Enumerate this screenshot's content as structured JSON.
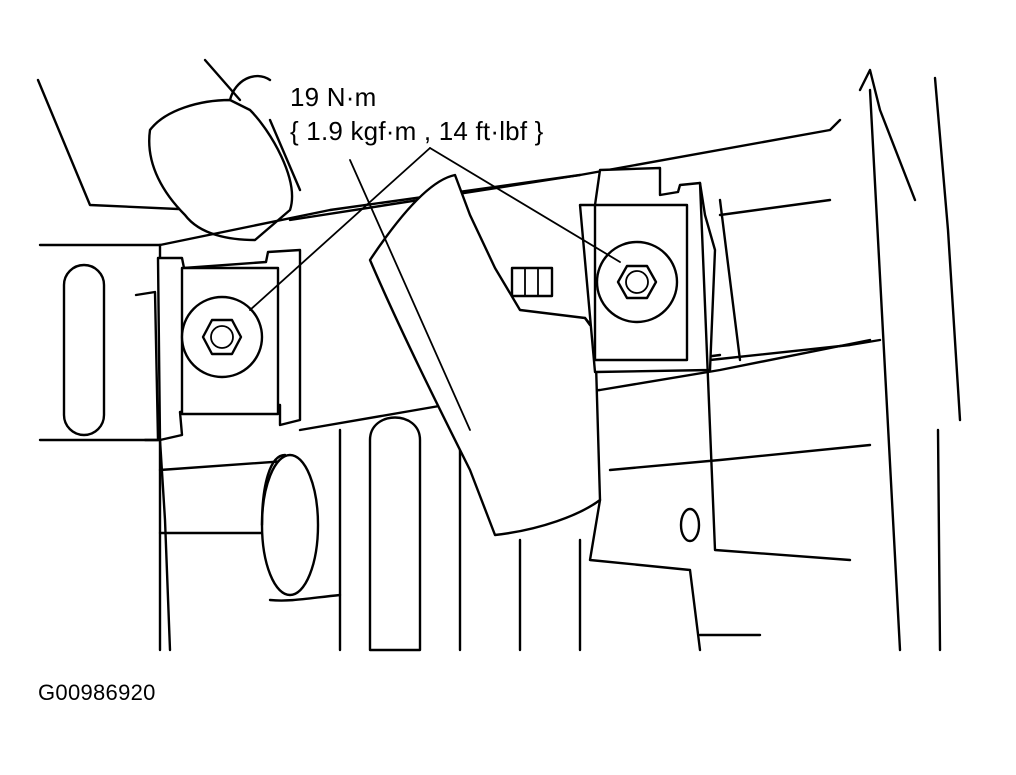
{
  "callout": {
    "torque_nm": "19 N·m",
    "torque_alt": "{ 1.9 kgf·m , 14 ft·lbf }"
  },
  "figure": {
    "id": "G00986920"
  },
  "icons": {
    "bolt_left": "hex-bolt-icon",
    "bolt_right": "hex-bolt-icon"
  }
}
